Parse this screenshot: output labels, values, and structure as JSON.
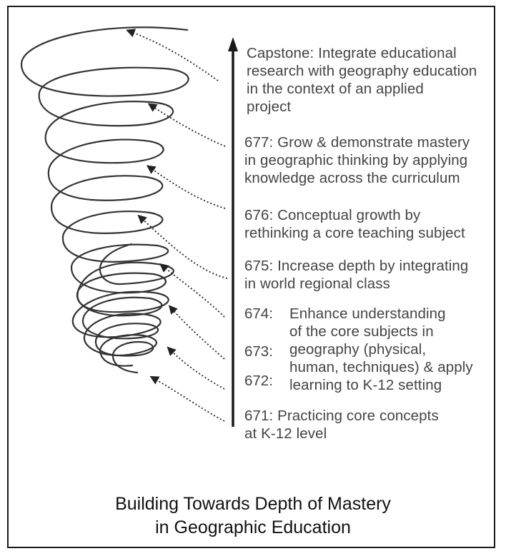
{
  "diagram": {
    "stages": [
      {
        "id": "capstone",
        "text": "Capstone: Integrate educational\nresearch with geography education\nin the context of an applied\nproject"
      },
      {
        "id": "677",
        "text": "677: Grow & demonstrate mastery\nin geographic thinking by applying\nknowledge across the curriculum"
      },
      {
        "id": "676",
        "text": "676: Conceptual growth by\nrethinking a core teaching subject"
      },
      {
        "id": "675",
        "text": "675: Increase depth by integrating\nin world regional class"
      },
      {
        "id": "674-672",
        "numbers": [
          "674:",
          "673:",
          "672:"
        ],
        "text": "Enhance understanding\nof the core subjects in\ngeography (physical,\nhuman, techniques) & apply\nlearning to K-12 setting"
      },
      {
        "id": "671",
        "text": "671: Practicing core concepts\nat K-12 level"
      }
    ],
    "title_lines": [
      "Building Towards Depth of Mastery",
      "in Geographic Education"
    ]
  }
}
